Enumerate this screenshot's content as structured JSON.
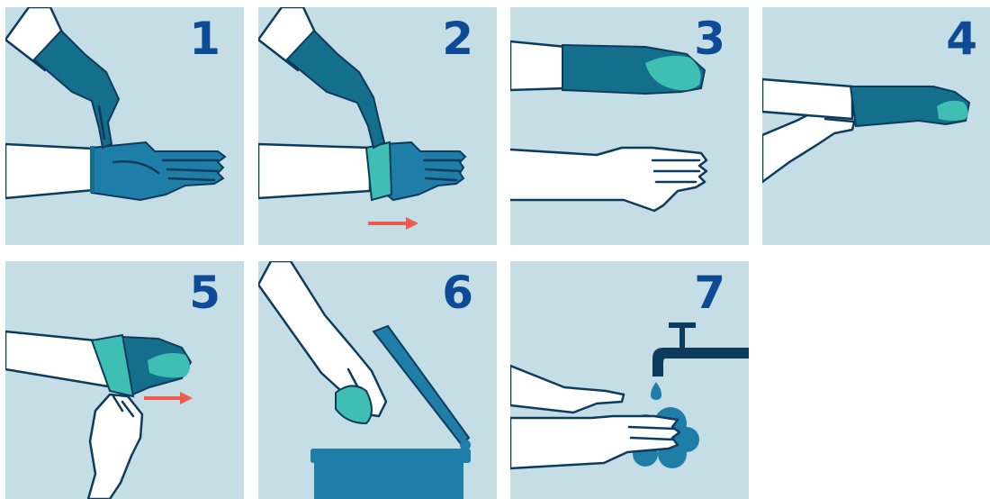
{
  "colors": {
    "panel_background": "#c5dde4",
    "step_number": "#0e4a96",
    "glove_dark": "#136f8c",
    "glove_mid": "#1e7ea8",
    "glove_inside_teal": "#3fbfb3",
    "outline": "#0d3b5e",
    "arrow": "#ef5a4f",
    "skin": "#ffffff"
  },
  "steps": [
    {
      "number": "1",
      "icons": [
        "gloved-hand-icon",
        "gloved-hand-icon"
      ]
    },
    {
      "number": "2",
      "icons": [
        "gloved-hand-icon",
        "glove-cuff-peel-icon",
        "arrow-right-icon"
      ]
    },
    {
      "number": "3",
      "icons": [
        "gloved-hand-icon",
        "bare-hand-icon"
      ]
    },
    {
      "number": "4",
      "icons": [
        "gloved-hand-icon",
        "bare-hand-icon"
      ]
    },
    {
      "number": "5",
      "icons": [
        "glove-inside-out-icon",
        "bare-hand-icon",
        "arrow-right-icon"
      ]
    },
    {
      "number": "6",
      "icons": [
        "bare-hand-icon",
        "discarded-glove-icon",
        "waste-bin-icon"
      ]
    },
    {
      "number": "7",
      "icons": [
        "faucet-icon",
        "water-drop-icon",
        "washing-hands-icon",
        "soap-foam-icon"
      ]
    }
  ]
}
